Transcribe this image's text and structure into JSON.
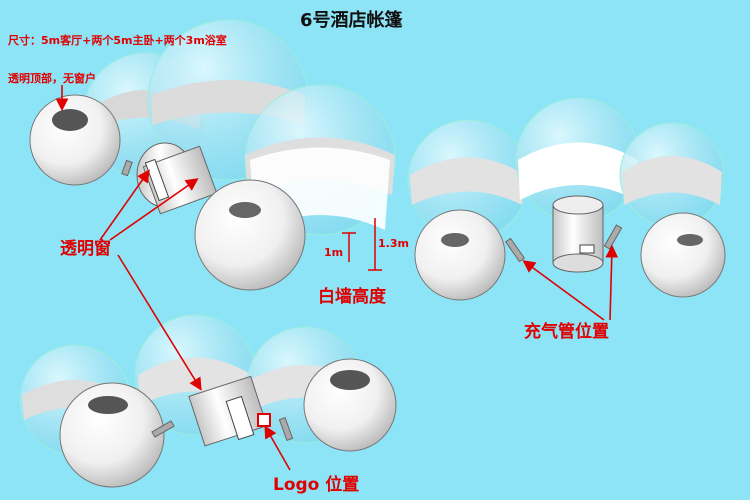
{
  "title": "6号酒店帐篷",
  "annotations": {
    "size_note": "尺寸：5m客厅+两个5m主卧+两个3m浴室",
    "transparent_top": "透明顶部，无窗户",
    "transparent_window": "透明窗",
    "wall_height": "白墙高度",
    "dim_small": "1m",
    "dim_large": "1.3m",
    "inflation_position": "充气管位置",
    "logo_position": "Logo 位置"
  },
  "colors": {
    "background": "#8ee4f7",
    "annotation": "#e00000",
    "title": "#111111"
  }
}
